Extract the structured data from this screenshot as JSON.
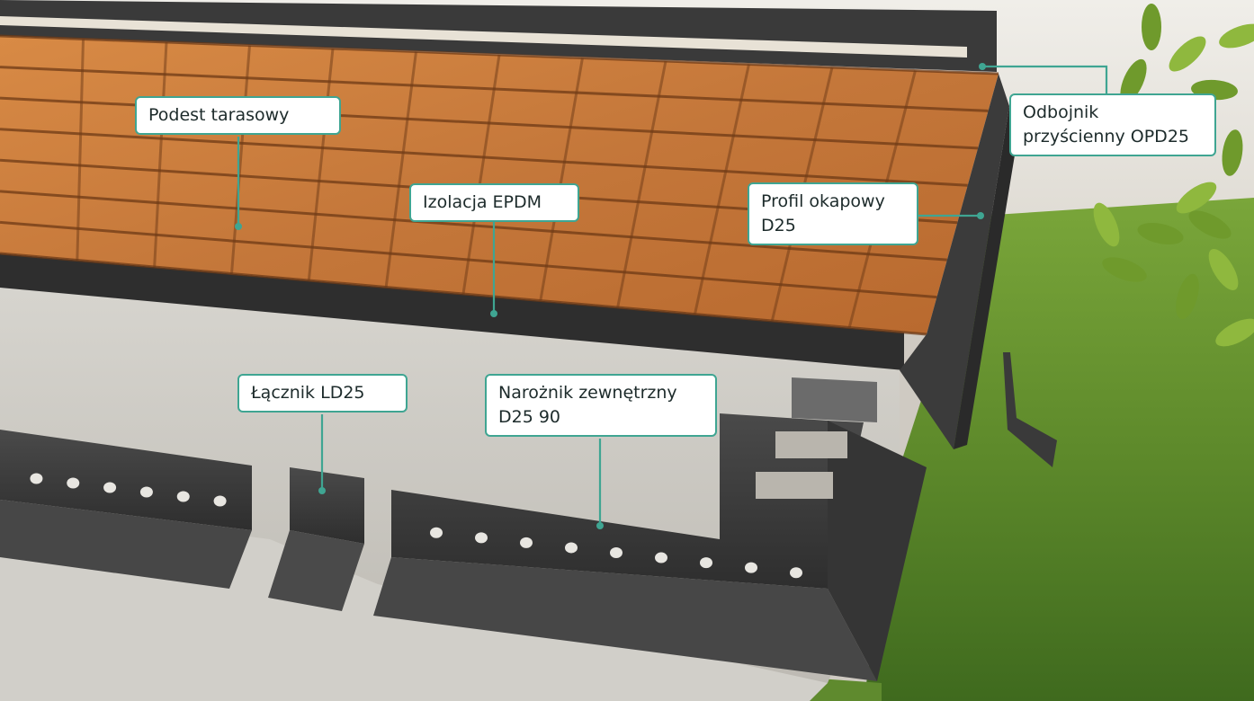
{
  "labels": {
    "podest": {
      "lines": [
        "Podest tarasowy"
      ]
    },
    "odbojnik": {
      "lines": [
        "Odbojnik",
        "przyścienny OPD25"
      ]
    },
    "izolacja": {
      "lines": [
        "Izolacja EPDM"
      ]
    },
    "profil": {
      "lines": [
        "Profil okapowy",
        "D25"
      ]
    },
    "lacznik": {
      "lines": [
        "Łącznik LD25"
      ]
    },
    "naroznik": {
      "lines": [
        "Narożnik zewnętrzny",
        "D25 90"
      ]
    }
  },
  "colors": {
    "accent": "#3fa592",
    "wood": "#c47a3b",
    "metal": "#3b3b3b",
    "concrete": "#c9c7c0",
    "grass": "#5c8a2c",
    "wall": "#e7e4de"
  }
}
